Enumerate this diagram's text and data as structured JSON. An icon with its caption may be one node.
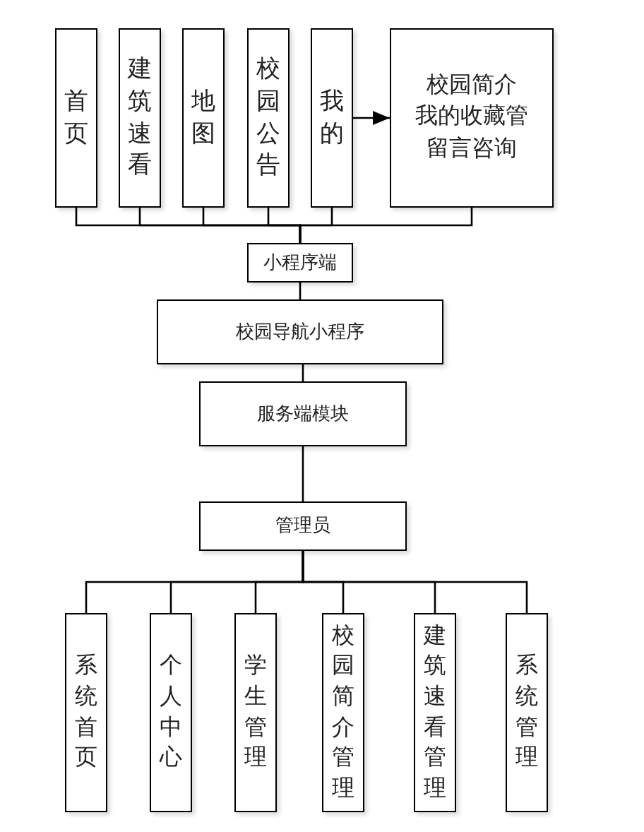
{
  "diagram": {
    "nodes": [
      {
        "text": [
          "首页"
        ]
      },
      {
        "text": [
          "建筑速看"
        ]
      },
      {
        "text": [
          "地图"
        ]
      },
      {
        "text": [
          "校园公告"
        ]
      },
      {
        "text": [
          "我的"
        ]
      },
      {
        "text": [
          "校园简介",
          "我的收藏管",
          "留言咨询"
        ]
      },
      {
        "text": [
          "小程序端"
        ]
      },
      {
        "text": [
          "校园导航小程序"
        ]
      },
      {
        "text": [
          "服务端模块"
        ]
      },
      {
        "text": [
          "管理员"
        ]
      },
      {
        "text": [
          "系统首页"
        ]
      },
      {
        "text": [
          "个人中心"
        ]
      },
      {
        "text": [
          "学生管理"
        ]
      },
      {
        "text": [
          "校园简介管理"
        ]
      },
      {
        "text": [
          "建筑速看管理"
        ]
      },
      {
        "text": [
          "系统管理"
        ]
      }
    ],
    "edges": [
      {
        "from": 0,
        "to": 6,
        "arrow": "none"
      },
      {
        "from": 1,
        "to": 6,
        "arrow": "none"
      },
      {
        "from": 2,
        "to": 6,
        "arrow": "none"
      },
      {
        "from": 3,
        "to": 6,
        "arrow": "none"
      },
      {
        "from": 4,
        "to": 6,
        "arrow": "none"
      },
      {
        "from": 5,
        "to": 6,
        "arrow": "none"
      },
      {
        "from": 4,
        "to": 5,
        "arrow": "to"
      },
      {
        "from": 6,
        "to": 7,
        "arrow": "none"
      },
      {
        "from": 7,
        "to": 8,
        "arrow": "none"
      },
      {
        "from": 8,
        "to": 9,
        "arrow": "none"
      },
      {
        "from": 9,
        "to": 10,
        "arrow": "none"
      },
      {
        "from": 9,
        "to": 11,
        "arrow": "none"
      },
      {
        "from": 9,
        "to": 12,
        "arrow": "none"
      },
      {
        "from": 9,
        "to": 13,
        "arrow": "none"
      },
      {
        "from": 9,
        "to": 14,
        "arrow": "none"
      },
      {
        "from": 9,
        "to": 15,
        "arrow": "none"
      }
    ]
  }
}
